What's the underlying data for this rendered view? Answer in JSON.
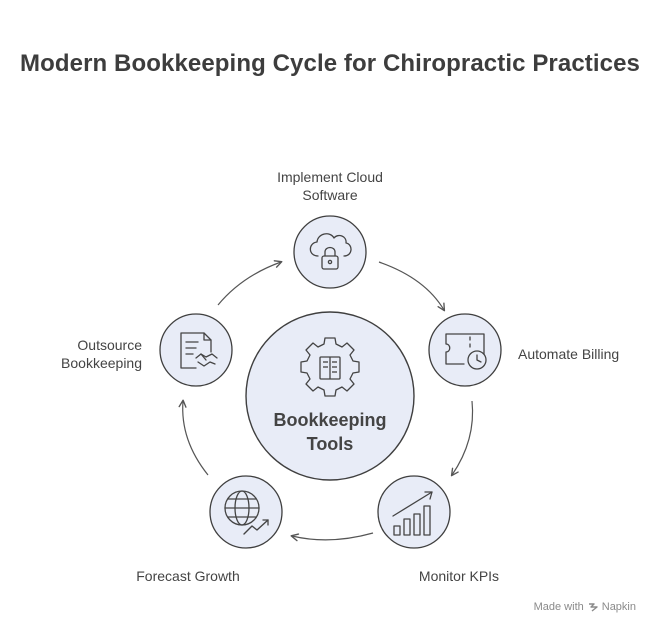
{
  "title": "Modern Bookkeeping Cycle for Chiropractic Practices",
  "center": {
    "line1": "Bookkeeping",
    "line2": "Tools",
    "icon": "gear-document-icon"
  },
  "steps": [
    {
      "line1": "Implement Cloud",
      "line2": "Software",
      "icon": "cloud-lock-icon"
    },
    {
      "line1": "Automate Billing",
      "icon": "ticket-clock-icon"
    },
    {
      "line1": "Monitor KPIs",
      "icon": "bar-chart-trend-icon"
    },
    {
      "line1": "Forecast Growth",
      "icon": "globe-growth-icon"
    },
    {
      "line1": "Outsource",
      "line2": "Bookkeeping",
      "icon": "document-handshake-icon"
    }
  ],
  "brand": {
    "prefix": "Made with",
    "name": "Napkin"
  },
  "colors": {
    "node_fill": "#e8ecf7",
    "node_stroke": "#3f3f3f",
    "arrow": "#555555"
  }
}
